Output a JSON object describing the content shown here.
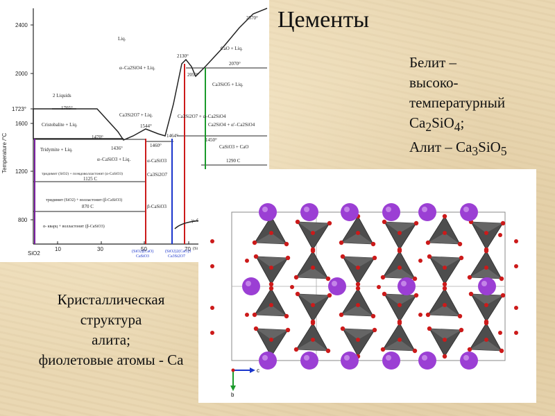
{
  "slide_title": "Цементы",
  "belit_text": {
    "line1": "Белит –",
    "line2": "высоко-",
    "line3": "температурный",
    "formula1": "Ca2SiO4;",
    "formula2": "Алит – Ca3SiO5"
  },
  "caption": {
    "line1": "Кристаллическая",
    "line2": "структура",
    "line3": "алита;",
    "line4": "фиолетовые атомы - Ca"
  },
  "phase_diagram": {
    "y_axis_label": "Temperature /°C",
    "y_ticks": [
      "2400",
      "2000",
      "1723°",
      "1600",
      "1200",
      "800"
    ],
    "x_ticks": [
      "10",
      "30",
      "50",
      "70"
    ],
    "x_left_label": "SiO2",
    "labels": {
      "liq": "Liq.",
      "t2570": "2570°",
      "cao_liq": "CaO + Liq.",
      "a_c2s_liq": "α–Ca2SiO4 + Liq.",
      "t2130": "2130°",
      "t2070": "2070°",
      "t2050": "2050°",
      "c3s_liq": "Ca3SiO5 + Liq.",
      "two_liquids": "2 Liquids",
      "t1705": "1705°",
      "cristobalite": "Cristobalite + Liq.",
      "c3s2_liq": "Ca3Si2O7 + Liq.",
      "c2s_c3s2": "Ca3Si2O7 + α–Ca2SiO4",
      "c2s_c3s": "Ca2SiO4 + α'–Ca2SiO4",
      "t1544": "1544°",
      "t1470": "1470°",
      "tridymite": "Tridymite + Liq.",
      "t1436": "1436°",
      "t1460": "1460°",
      "t1464": "1464°",
      "t1450": "1450°",
      "a_cs_liq": "α–CaSiO3 + Liq.",
      "cs_cao": "CaSiO3 + CaO",
      "t1290": "1290 C",
      "t1125": "1125 C",
      "t870": "870 C",
      "r1": "тридимит (SiO2) + псевдоволластонит (α-CaSiO3)",
      "r2": "тридимит (SiO2) + волластонит (β-CaSiO3)",
      "r3": "α- кварц + волластонит (β-CaSiO3)",
      "b_cs": "β-CaSiO3",
      "a_cs": "α-CaSiO3",
      "ca3si2o7": "Ca3Si2O7",
      "gamma": "γ- C",
      "b1": "(SiO2)(CaO)",
      "b2": "CaSiO3",
      "b3": "(SiO2)2(CaO)3",
      "b4": "Ca3Si2O7",
      "b5": "(Si"
    }
  },
  "crystal": {
    "axis_c": "c",
    "axis_b": "b"
  },
  "colors": {
    "ca_atom": "#9b3fd4",
    "o_atom": "#cc1a1a",
    "tetra": "#4d4d4d"
  }
}
